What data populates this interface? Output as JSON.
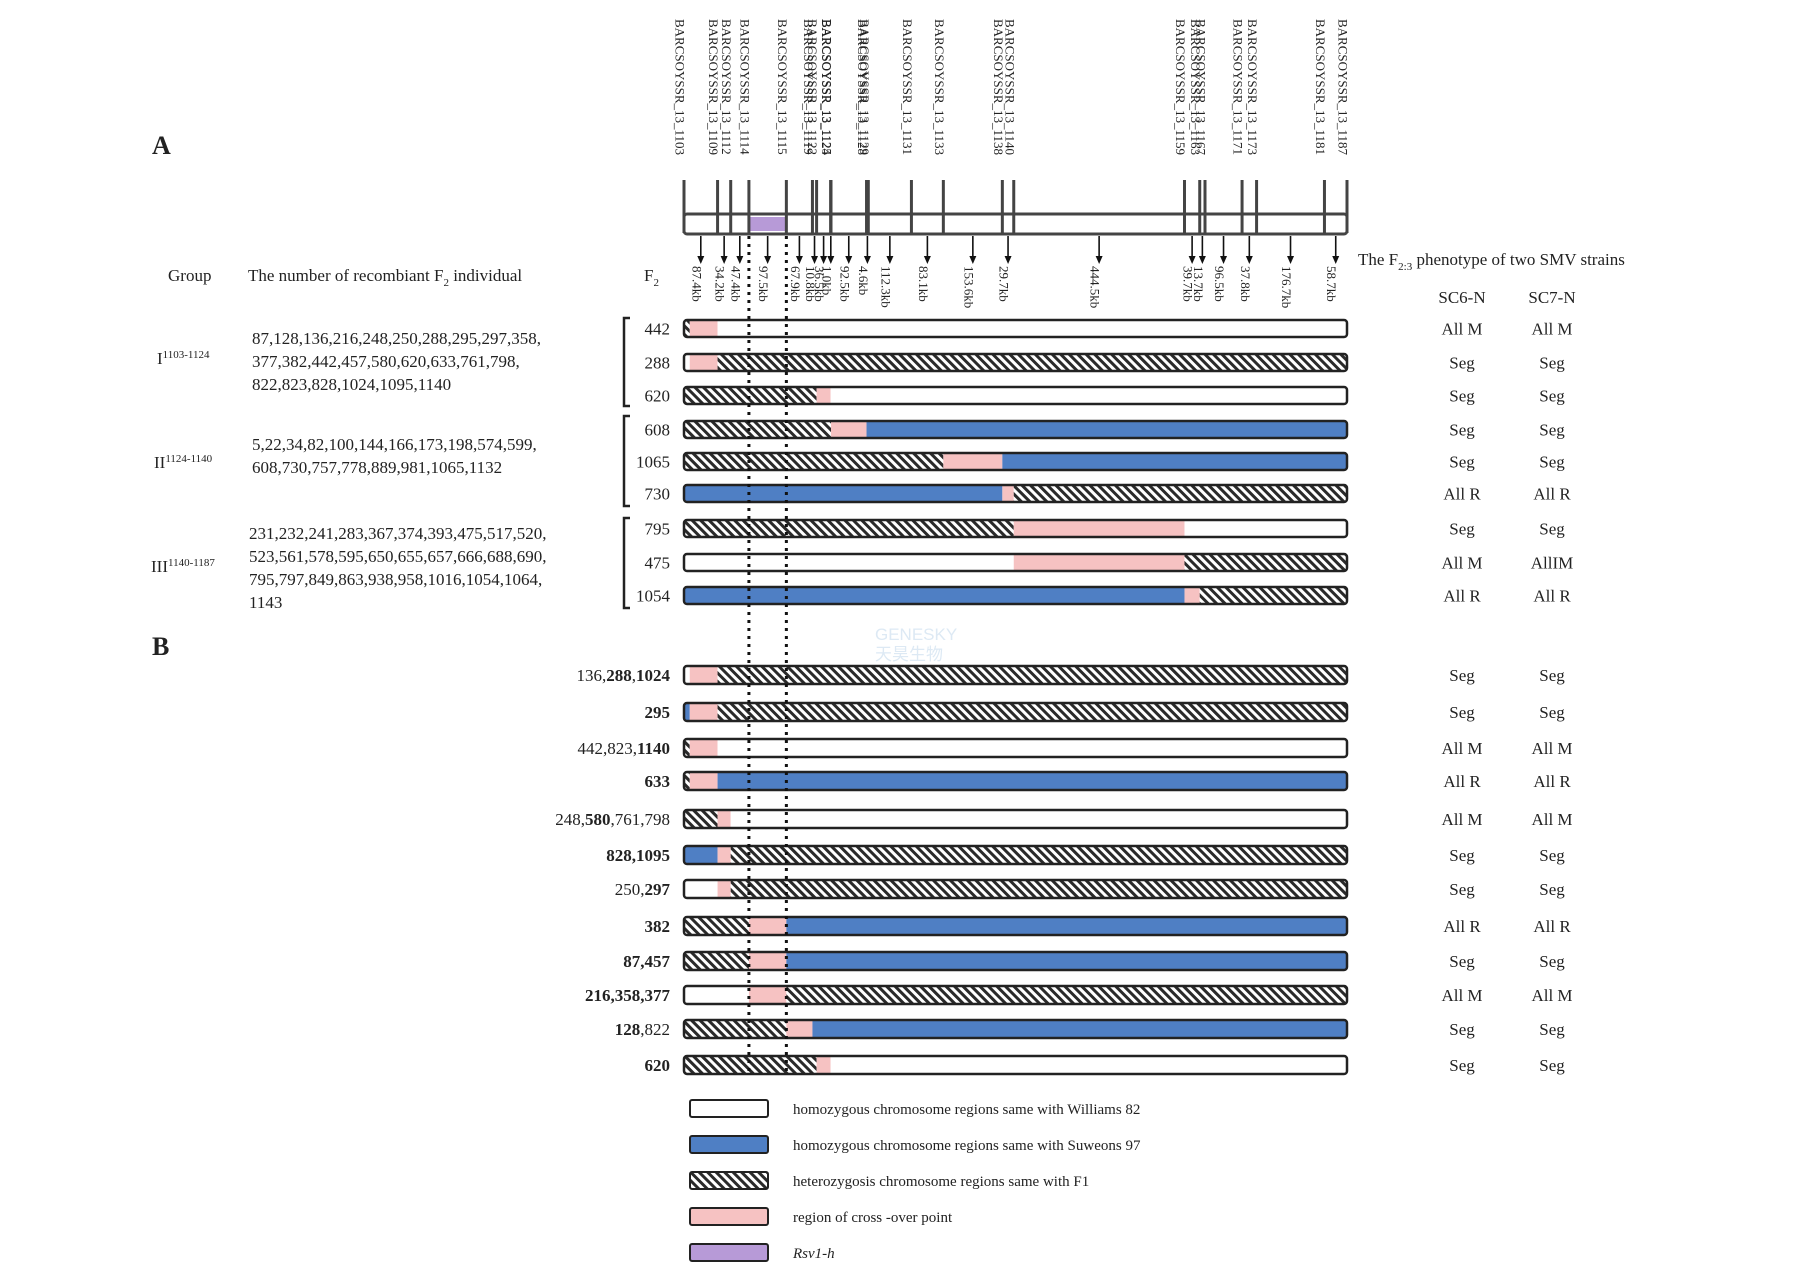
{
  "panels": {
    "a": "A",
    "b": "B"
  },
  "headers": {
    "group": "Group",
    "recomb_pre": "The number of recombiant F",
    "recomb_sub": "2",
    "recomb_post": " individual",
    "f2": "F",
    "f2_sub": "2",
    "pheno_pre": "The F",
    "pheno_sub": "2:3",
    "pheno_post": " phenotype of two SMV strains",
    "strain1": "SC6-N",
    "strain2": "SC7-N"
  },
  "markers": [
    {
      "name": "BARCSOYSSR_13_1103",
      "pos": 0.0
    },
    {
      "name": "BARCSOYSSR_13_1109",
      "pos": 87.4
    },
    {
      "name": "BARCSOYSSR_13_1112",
      "pos": 121.6
    },
    {
      "name": "BARCSOYSSR_13_1114",
      "pos": 169.0
    },
    {
      "name": "BARCSOYSSR_13_1115",
      "pos": 266.5
    },
    {
      "name": "BARCSOYSSR_13_1119",
      "pos": 334.4
    },
    {
      "name": "BARCSOYSSR_13_1122",
      "pos": 345.2
    },
    {
      "name": "BARCSOYSSR_13_1124",
      "pos": 381.7
    },
    {
      "name": "BARCSOYSSR_13_1125",
      "pos": 382.7
    },
    {
      "name": "BARCSOYSSR_13_1128",
      "pos": 475.2
    },
    {
      "name": "BARCSOYSSR_13_1129",
      "pos": 479.8
    },
    {
      "name": "BARCSOYSSR_13_1131",
      "pos": 592.1
    },
    {
      "name": "BARCSOYSSR_13_1133",
      "pos": 675.2
    },
    {
      "name": "BARCSOYSSR_13_1138",
      "pos": 828.8
    },
    {
      "name": "BARCSOYSSR_13_1140",
      "pos": 858.5
    },
    {
      "name": "BARCSOYSSR_13_1159",
      "pos": 1303.0
    },
    {
      "name": "BARCSOYSSR_13_1163",
      "pos": 1342.7
    },
    {
      "name": "BARCSOYSSR_13_1167",
      "pos": 1356.4
    },
    {
      "name": "BARCSOYSSR_13_1171",
      "pos": 1452.9
    },
    {
      "name": "BARCSOYSSR_13_1173",
      "pos": 1490.7
    },
    {
      "name": "BARCSOYSSR_13_1181",
      "pos": 1667.4
    },
    {
      "name": "BARCSOYSSR_13_1187",
      "pos": 1726.1
    }
  ],
  "rsv_region": {
    "start": 169.0,
    "end": 266.5,
    "label": "Rsv1-h"
  },
  "distances": [
    {
      "label": "87.4kb",
      "between": [
        0,
        1
      ]
    },
    {
      "label": "34.2kb",
      "between": [
        1,
        2
      ]
    },
    {
      "label": "47.4kb",
      "between": [
        2,
        3
      ]
    },
    {
      "label": "97.5kb",
      "between": [
        3,
        4
      ]
    },
    {
      "label": "67.9kb",
      "between": [
        4,
        5
      ]
    },
    {
      "label": "10.8kb",
      "between": [
        5,
        6
      ]
    },
    {
      "label": "36.5kb",
      "between": [
        6,
        7
      ]
    },
    {
      "label": "1.0kb",
      "between": [
        7,
        8
      ]
    },
    {
      "label": "92.5kb",
      "between": [
        8,
        9
      ]
    },
    {
      "label": "4.6kb",
      "between": [
        9,
        10
      ]
    },
    {
      "label": "112.3kb",
      "between": [
        10,
        11
      ]
    },
    {
      "label": "83.1kb",
      "between": [
        11,
        12
      ]
    },
    {
      "label": "153.6kb",
      "between": [
        12,
        13
      ]
    },
    {
      "label": "29.7kb",
      "between": [
        13,
        14
      ]
    },
    {
      "label": "444.5kb",
      "between": [
        14,
        15
      ]
    },
    {
      "label": "39.7kb",
      "between": [
        15,
        16
      ]
    },
    {
      "label": "13.7kb",
      "between": [
        16,
        17
      ]
    },
    {
      "label": "96.5kb",
      "between": [
        17,
        18
      ]
    },
    {
      "label": "37.8kb",
      "between": [
        18,
        19
      ]
    },
    {
      "label": "176.7kb",
      "between": [
        19,
        20
      ]
    },
    {
      "label": "58.7kb",
      "between": [
        20,
        21
      ]
    }
  ],
  "groups": [
    {
      "name": "I",
      "sup": "1103-1124",
      "lines": [
        "87,128,136,216,248,250,288,295,297,358,",
        "377,382,442,457,580,620,633,761,798,",
        "822,823,828,1024,1095,1140"
      ]
    },
    {
      "name": "II",
      "sup": "1124-1140",
      "lines": [
        "5,22,34,82,100,144,166,173,198,574,599,",
        "608,730,757,778,889,981,1065,1132"
      ]
    },
    {
      "name": "III",
      "sup": "1140-1187",
      "lines": [
        "231,232,241,283,367,374,393,475,517,520,",
        "523,561,578,595,650,655,657,666,688,690,",
        "795,797,849,863,938,958,1016,1054,1064,",
        "1143"
      ]
    }
  ],
  "rows_a": [
    {
      "label": [
        {
          "t": "442"
        }
      ],
      "segs": [
        [
          "h",
          0,
          15
        ],
        [
          "c",
          15,
          87.4
        ],
        [
          "w",
          87.4,
          1726.1
        ]
      ],
      "p1": "All M",
      "p2": "All M"
    },
    {
      "label": [
        {
          "t": "288"
        }
      ],
      "segs": [
        [
          "w",
          0,
          15
        ],
        [
          "c",
          15,
          87.4
        ],
        [
          "h",
          87.4,
          1726.1
        ]
      ],
      "p1": "Seg",
      "p2": "Seg"
    },
    {
      "label": [
        {
          "t": "620"
        }
      ],
      "segs": [
        [
          "h",
          0,
          345.2
        ],
        [
          "c",
          345.2,
          381.7
        ],
        [
          "w",
          381.7,
          1726.1
        ]
      ],
      "p1": "Seg",
      "p2": "Seg"
    },
    {
      "label": [
        {
          "t": "608"
        }
      ],
      "segs": [
        [
          "h",
          0,
          382.7
        ],
        [
          "c",
          382.7,
          475.2
        ],
        [
          "b",
          475.2,
          1726.1
        ]
      ],
      "p1": "Seg",
      "p2": "Seg"
    },
    {
      "label": [
        {
          "t": "1065"
        }
      ],
      "segs": [
        [
          "h",
          0,
          675.2
        ],
        [
          "c",
          675.2,
          828.8
        ],
        [
          "b",
          828.8,
          1726.1
        ]
      ],
      "p1": "Seg",
      "p2": "Seg"
    },
    {
      "label": [
        {
          "t": "730"
        }
      ],
      "segs": [
        [
          "b",
          0,
          828.8
        ],
        [
          "c",
          828.8,
          858.5
        ],
        [
          "h",
          858.5,
          1726.1
        ]
      ],
      "p1": "All R",
      "p2": "All R"
    },
    {
      "label": [
        {
          "t": "795"
        }
      ],
      "segs": [
        [
          "h",
          0,
          858.5
        ],
        [
          "c",
          858.5,
          1303.0
        ],
        [
          "w",
          1303.0,
          1726.1
        ]
      ],
      "p1": "Seg",
      "p2": "Seg"
    },
    {
      "label": [
        {
          "t": "475"
        }
      ],
      "segs": [
        [
          "w",
          0,
          858.5
        ],
        [
          "c",
          858.5,
          1303.0
        ],
        [
          "h",
          1303.0,
          1726.1
        ]
      ],
      "p1": "All M",
      "p2": "AllIM"
    },
    {
      "label": [
        {
          "t": "1054"
        }
      ],
      "segs": [
        [
          "b",
          0,
          1303.0
        ],
        [
          "c",
          1303.0,
          1342.7
        ],
        [
          "h",
          1342.7,
          1726.1
        ]
      ],
      "p1": "All R",
      "p2": "All R"
    }
  ],
  "rows_b": [
    {
      "label": [
        {
          "t": "136,"
        },
        {
          "t": "288",
          "b": true
        },
        {
          "t": ","
        },
        {
          "t": "1024",
          "b": true
        }
      ],
      "segs": [
        [
          "w",
          0,
          15
        ],
        [
          "c",
          15,
          87.4
        ],
        [
          "h",
          87.4,
          1726.1
        ]
      ],
      "p1": "Seg",
      "p2": "Seg"
    },
    {
      "label": [
        {
          "t": "295",
          "b": true
        }
      ],
      "segs": [
        [
          "b",
          0,
          15
        ],
        [
          "c",
          15,
          87.4
        ],
        [
          "h",
          87.4,
          1726.1
        ]
      ],
      "p1": "Seg",
      "p2": "Seg"
    },
    {
      "label": [
        {
          "t": "442,823,"
        },
        {
          "t": "1140",
          "b": true
        }
      ],
      "segs": [
        [
          "h",
          0,
          15
        ],
        [
          "c",
          15,
          87.4
        ],
        [
          "w",
          87.4,
          1726.1
        ]
      ],
      "p1": "All M",
      "p2": "All M"
    },
    {
      "label": [
        {
          "t": "633",
          "b": true
        }
      ],
      "segs": [
        [
          "h",
          0,
          15
        ],
        [
          "c",
          15,
          87.4
        ],
        [
          "b",
          87.4,
          1726.1
        ]
      ],
      "p1": "All R",
      "p2": "All R"
    },
    {
      "label": [
        {
          "t": "248,"
        },
        {
          "t": "580",
          "b": true
        },
        {
          "t": ",761,798"
        }
      ],
      "segs": [
        [
          "h",
          0,
          87.4
        ],
        [
          "c",
          87.4,
          121.6
        ],
        [
          "w",
          121.6,
          1726.1
        ]
      ],
      "p1": "All M",
      "p2": "All M"
    },
    {
      "label": [
        {
          "t": "828,1095",
          "b": true
        }
      ],
      "segs": [
        [
          "b",
          0,
          87.4
        ],
        [
          "c",
          87.4,
          121.6
        ],
        [
          "h",
          121.6,
          1726.1
        ]
      ],
      "p1": "Seg",
      "p2": "Seg"
    },
    {
      "label": [
        {
          "t": "250,"
        },
        {
          "t": "297",
          "b": true
        }
      ],
      "segs": [
        [
          "w",
          0,
          87.4
        ],
        [
          "c",
          87.4,
          121.6
        ],
        [
          "h",
          121.6,
          1726.1
        ]
      ],
      "p1": "Seg",
      "p2": "Seg"
    },
    {
      "label": [
        {
          "t": "382",
          "b": true
        }
      ],
      "segs": [
        [
          "h",
          0,
          169.0
        ],
        [
          "c",
          169.0,
          266.5
        ],
        [
          "b",
          266.5,
          1726.1
        ]
      ],
      "p1": "All R",
      "p2": "All R"
    },
    {
      "label": [
        {
          "t": "87,457",
          "b": true
        }
      ],
      "segs": [
        [
          "h",
          0,
          169.0
        ],
        [
          "c",
          169.0,
          266.5
        ],
        [
          "b",
          266.5,
          1726.1
        ]
      ],
      "p1": "Seg",
      "p2": "Seg"
    },
    {
      "label": [
        {
          "t": "216,358,377",
          "b": true
        }
      ],
      "segs": [
        [
          "w",
          0,
          169.0
        ],
        [
          "c",
          169.0,
          266.5
        ],
        [
          "h",
          266.5,
          1726.1
        ]
      ],
      "p1": "All M",
      "p2": "All M"
    },
    {
      "label": [
        {
          "t": "128",
          "b": true
        },
        {
          "t": ",822"
        }
      ],
      "segs": [
        [
          "h",
          0,
          266.5
        ],
        [
          "c",
          266.5,
          334.4
        ],
        [
          "b",
          334.4,
          1726.1
        ]
      ],
      "p1": "Seg",
      "p2": "Seg"
    },
    {
      "label": [
        {
          "t": "620",
          "b": true
        }
      ],
      "segs": [
        [
          "h",
          0,
          345.2
        ],
        [
          "c",
          345.2,
          381.7
        ],
        [
          "w",
          381.7,
          1726.1
        ]
      ],
      "p1": "Seg",
      "p2": "Seg"
    }
  ],
  "legend": [
    {
      "type": "w",
      "text": "homozygous chromosome regions  same with  Williams 82"
    },
    {
      "type": "b",
      "text": "homozygous chromosome regions  same with  Suweons 97"
    },
    {
      "type": "h",
      "text": "heterozygosis  chromosome regions  same with F1"
    },
    {
      "type": "c",
      "text": "region  of cross -over point"
    },
    {
      "type": "r",
      "text": "Rsv1-h",
      "italic": true
    }
  ],
  "colors": {
    "suweon_blue": "#4f7fc4",
    "crossover_pink": "#f6c2c2",
    "rsv_purple": "#b79ad7",
    "outline": "#222222",
    "williams_white": "#ffffff"
  },
  "watermark": {
    "line1": "GENESKY",
    "line2": "天昊生物"
  }
}
